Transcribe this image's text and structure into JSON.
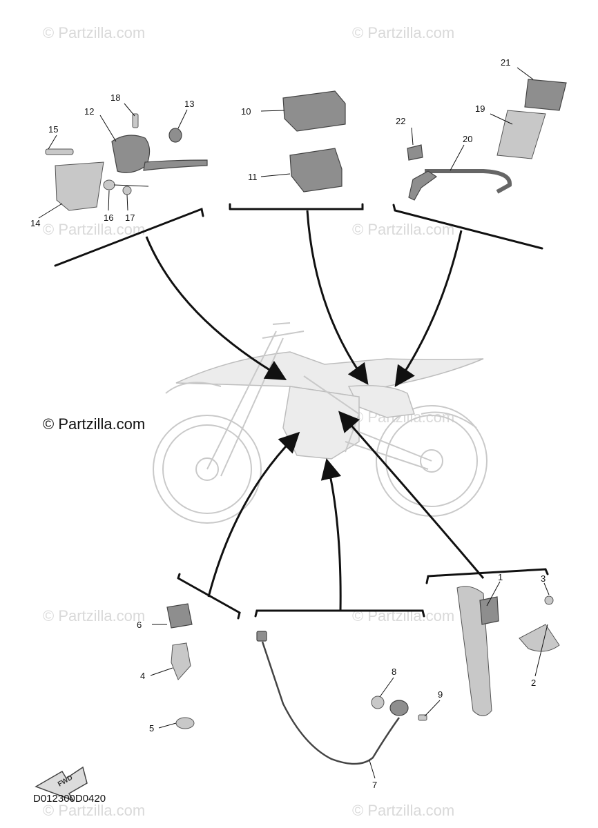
{
  "watermark": "© Partzilla.com",
  "diagram_code": "D012300D0420",
  "fwd_label": "FWD",
  "callouts": [
    "1",
    "2",
    "3",
    "4",
    "5",
    "6",
    "7",
    "8",
    "9",
    "10",
    "11",
    "12",
    "13",
    "14",
    "15",
    "16",
    "17",
    "18",
    "19",
    "20",
    "21",
    "22"
  ]
}
